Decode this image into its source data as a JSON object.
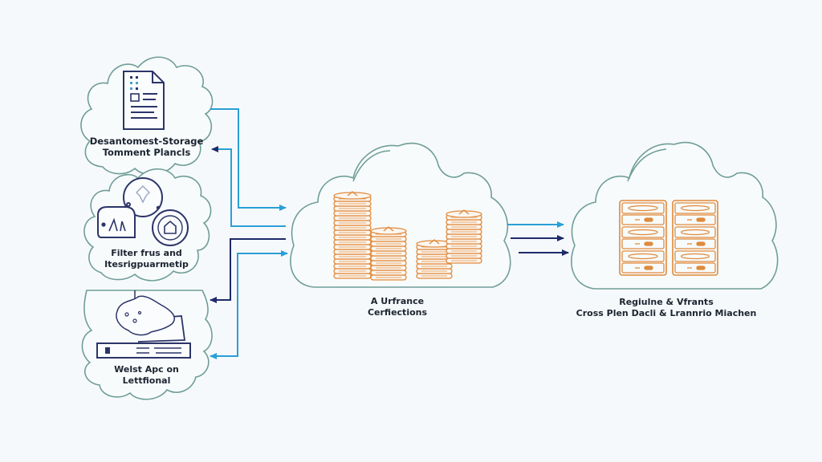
{
  "diagram": {
    "colors": {
      "background": "#f6f9fb",
      "cloud_outline": "#6f9e98",
      "arrow_light": "#2a9fd6",
      "arrow_dark": "#1d2a6b",
      "icon_navy": "#2c3568",
      "icon_orange": "#e08a3c",
      "text": "#1c2430"
    },
    "sources": [
      {
        "id": "document-storage",
        "icon": "document-icon",
        "label_lines": [
          "Desantomest-Storage",
          "Tomment Plancls"
        ]
      },
      {
        "id": "filter-files",
        "icon": "linked-circles-icon",
        "label_lines": [
          "Filter frus and",
          "Itesrigpuarmetip"
        ]
      },
      {
        "id": "web-apps",
        "icon": "server-upload-icon",
        "label_lines": [
          "Welst Apc on",
          "Lettfional"
        ]
      }
    ],
    "hub": {
      "id": "central-cloud",
      "icon": "database-stacks-icon",
      "label_lines": [
        "A Urfrance",
        "Cerfiections"
      ]
    },
    "destination": {
      "id": "destination-cloud",
      "icon": "server-rack-icon",
      "label_lines": [
        "Regiulne & Vfrants",
        "Cross Plen Dacli & Lrannrio Miachen"
      ]
    },
    "connectors": {
      "left_to_hub": [
        {
          "from": "document-storage",
          "to": "central-cloud",
          "style": "light",
          "direction": "to-hub"
        },
        {
          "from": "central-cloud",
          "to": "document-storage",
          "style": "dark",
          "direction": "to-source"
        },
        {
          "from": "central-cloud",
          "to": "web-apps",
          "style": "dark",
          "direction": "to-source"
        },
        {
          "from": "central-cloud",
          "to": "web-apps",
          "style": "light",
          "direction": "to-source"
        }
      ],
      "hub_to_destination": [
        {
          "style": "light"
        },
        {
          "style": "dark"
        },
        {
          "style": "dark"
        }
      ]
    }
  }
}
